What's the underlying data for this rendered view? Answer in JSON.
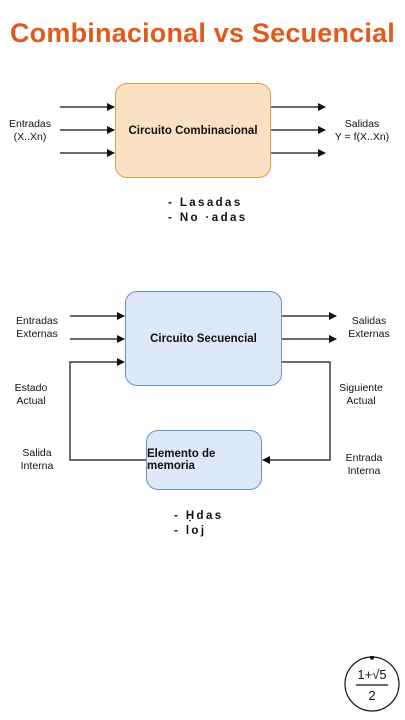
{
  "title": "Combinacional vs Secuencial",
  "combinational": {
    "inputs_label": [
      "Entradas",
      "(X..Xn)"
    ],
    "block_label": "Circuito Combinacional",
    "outputs_label": [
      "Salidas",
      "Y = f(X..Xn)"
    ],
    "notes": [
      "- Lasadas",
      "- No ·adas"
    ]
  },
  "sequential": {
    "external_inputs_label": [
      "Entradas",
      "Externas"
    ],
    "block_label": "Circuito Secuencial",
    "external_outputs_label": [
      "Salidas",
      "Externas"
    ],
    "current_state_label": [
      "Estado",
      "Actual"
    ],
    "next_state_label": [
      "Siguiente",
      "Actual"
    ],
    "internal_output_label": [
      "Salida",
      "Interna"
    ],
    "internal_input_label": [
      "Entrada",
      "Interna"
    ],
    "memory_label": "Elemento de memoria",
    "notes": [
      "- Ḥdas",
      "- loj"
    ]
  },
  "logo": {
    "numerator": "1+√5",
    "denominator": "2"
  }
}
